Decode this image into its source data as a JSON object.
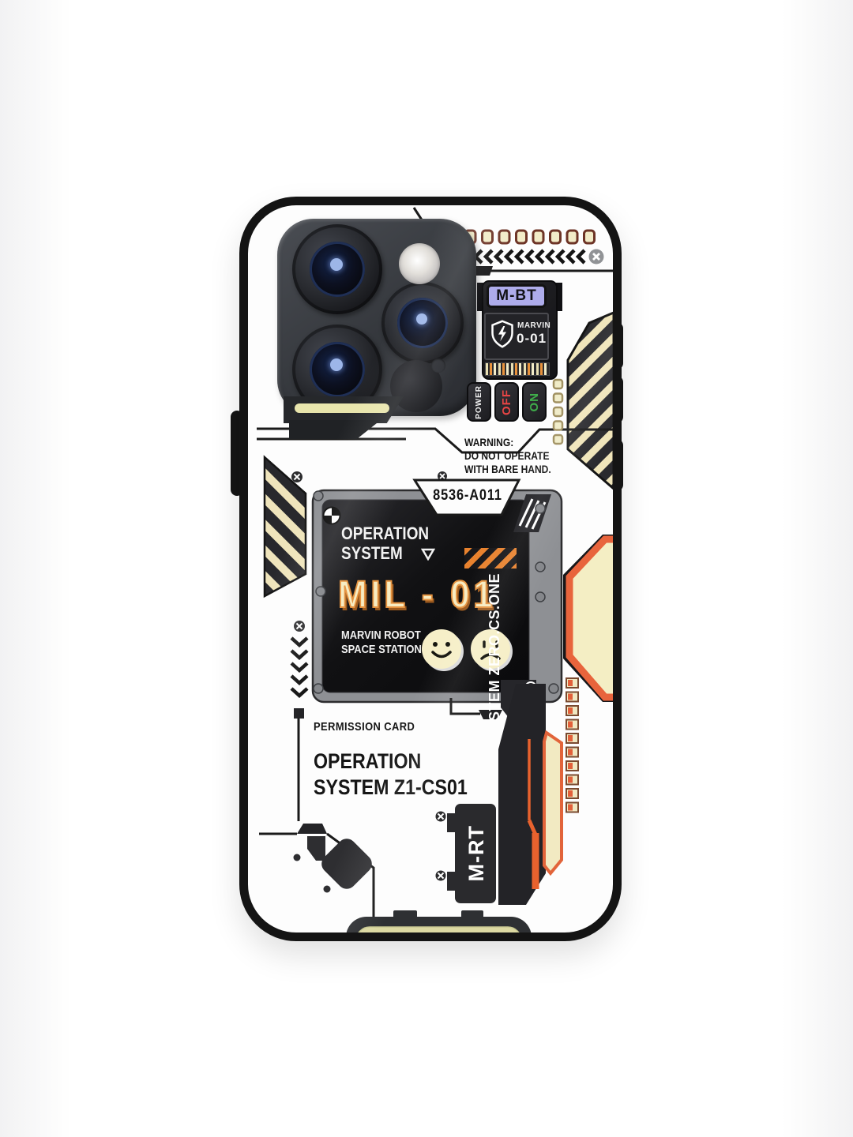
{
  "bt_module": {
    "label": "M-BT",
    "device_name": "MARVIN",
    "device_code": "0-01"
  },
  "power_panel": {
    "power": "POWER",
    "off": "OFF",
    "on": "ON"
  },
  "warning": {
    "line1": "WARNING:",
    "line2": "DO NOT OPERATE",
    "line3": "WITH BARE HAND."
  },
  "main_panel": {
    "serial": "8536-A011",
    "heading1": "OPERATION",
    "heading2": "SYSTEM",
    "model": "MIL - 01",
    "sub1": "MARVIN ROBOT",
    "sub2": "SPACE STATION"
  },
  "permission_card": {
    "label": "PERMISSION CARD",
    "line1": "OPERATION",
    "line2": "SYSTEM Z1-CS01"
  },
  "side_assembly": {
    "module_label": "M-RT",
    "strip_text": "STEM ZERO.CS.ONE"
  },
  "colors": {
    "accent_orange": "#e86a34",
    "hazard_cream": "#efe4bb",
    "lavender": "#aeaceb",
    "off_red": "#e84545",
    "on_green": "#3fae4a",
    "panel_black": "#121214",
    "case_white": "#fdfdfd"
  }
}
